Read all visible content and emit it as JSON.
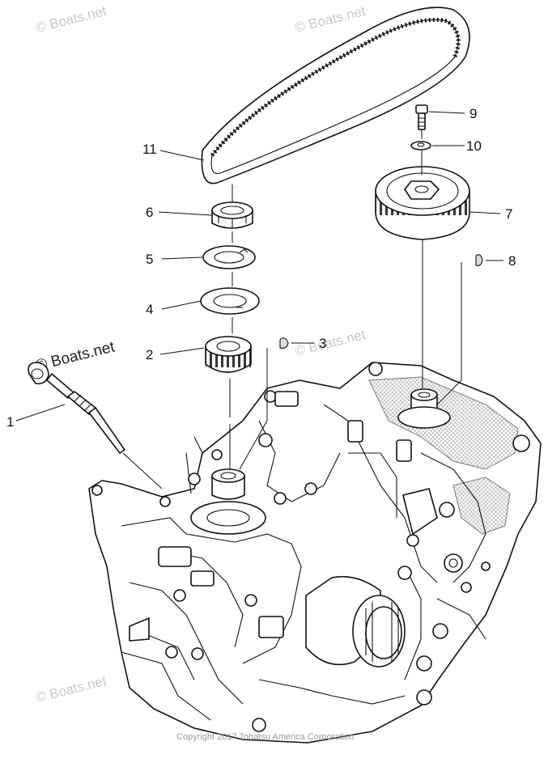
{
  "diagram": {
    "callouts": [
      {
        "id": "1",
        "label": "1"
      },
      {
        "id": "2",
        "label": "2"
      },
      {
        "id": "3",
        "label": "3"
      },
      {
        "id": "4",
        "label": "4"
      },
      {
        "id": "5",
        "label": "5"
      },
      {
        "id": "6",
        "label": "6"
      },
      {
        "id": "7",
        "label": "7"
      },
      {
        "id": "8",
        "label": "8"
      },
      {
        "id": "9",
        "label": "9"
      },
      {
        "id": "10",
        "label": "10"
      },
      {
        "id": "11",
        "label": "11"
      }
    ],
    "watermarks": {
      "top_left": "© Boats.net",
      "top_right": "© Boats.net",
      "middle_left": "© Boats.net",
      "middle_right": "© Boats.net",
      "bottom_left": "© Boats.net"
    },
    "copyright": "Copyright 2017 Tohatsu America Corporation"
  }
}
